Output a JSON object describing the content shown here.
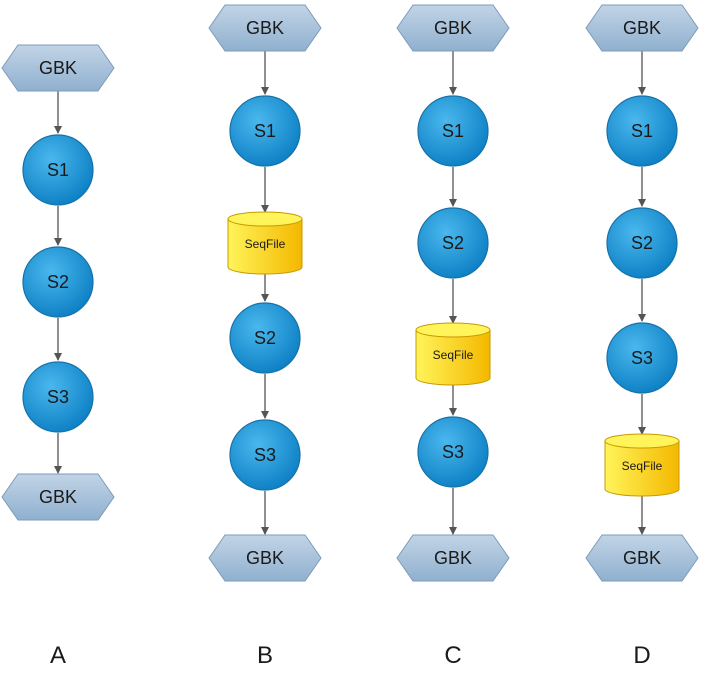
{
  "colors": {
    "hexagon_top": "#c2d4e6",
    "hexagon_bottom": "#8fb0cf",
    "hexagon_stroke": "#7d9bb9",
    "circle_light": "#4ab8ee",
    "circle_dark": "#0b7ec3",
    "circle_stroke": "#1672a8",
    "seqfile_light": "#fff45a",
    "seqfile_dark": "#f4b800",
    "seqfile_stroke": "#c79a00",
    "arrow": "#555555",
    "text": "#1a1a1a"
  },
  "columns": [
    {
      "label": "A",
      "nodes": [
        {
          "type": "hexagon",
          "text": "GBK"
        },
        {
          "type": "circle",
          "text": "S1"
        },
        {
          "type": "circle",
          "text": "S2"
        },
        {
          "type": "circle",
          "text": "S3"
        },
        {
          "type": "hexagon",
          "text": "GBK"
        }
      ]
    },
    {
      "label": "B",
      "nodes": [
        {
          "type": "hexagon",
          "text": "GBK"
        },
        {
          "type": "circle",
          "text": "S1"
        },
        {
          "type": "cylinder",
          "text": "SeqFile"
        },
        {
          "type": "circle",
          "text": "S2"
        },
        {
          "type": "circle",
          "text": "S3"
        },
        {
          "type": "hexagon",
          "text": "GBK"
        }
      ]
    },
    {
      "label": "C",
      "nodes": [
        {
          "type": "hexagon",
          "text": "GBK"
        },
        {
          "type": "circle",
          "text": "S1"
        },
        {
          "type": "circle",
          "text": "S2"
        },
        {
          "type": "cylinder",
          "text": "SeqFile"
        },
        {
          "type": "circle",
          "text": "S3"
        },
        {
          "type": "hexagon",
          "text": "GBK"
        }
      ]
    },
    {
      "label": "D",
      "nodes": [
        {
          "type": "hexagon",
          "text": "GBK"
        },
        {
          "type": "circle",
          "text": "S1"
        },
        {
          "type": "circle",
          "text": "S2"
        },
        {
          "type": "circle",
          "text": "S3"
        },
        {
          "type": "cylinder",
          "text": "SeqFile"
        },
        {
          "type": "hexagon",
          "text": "GBK"
        }
      ]
    }
  ]
}
